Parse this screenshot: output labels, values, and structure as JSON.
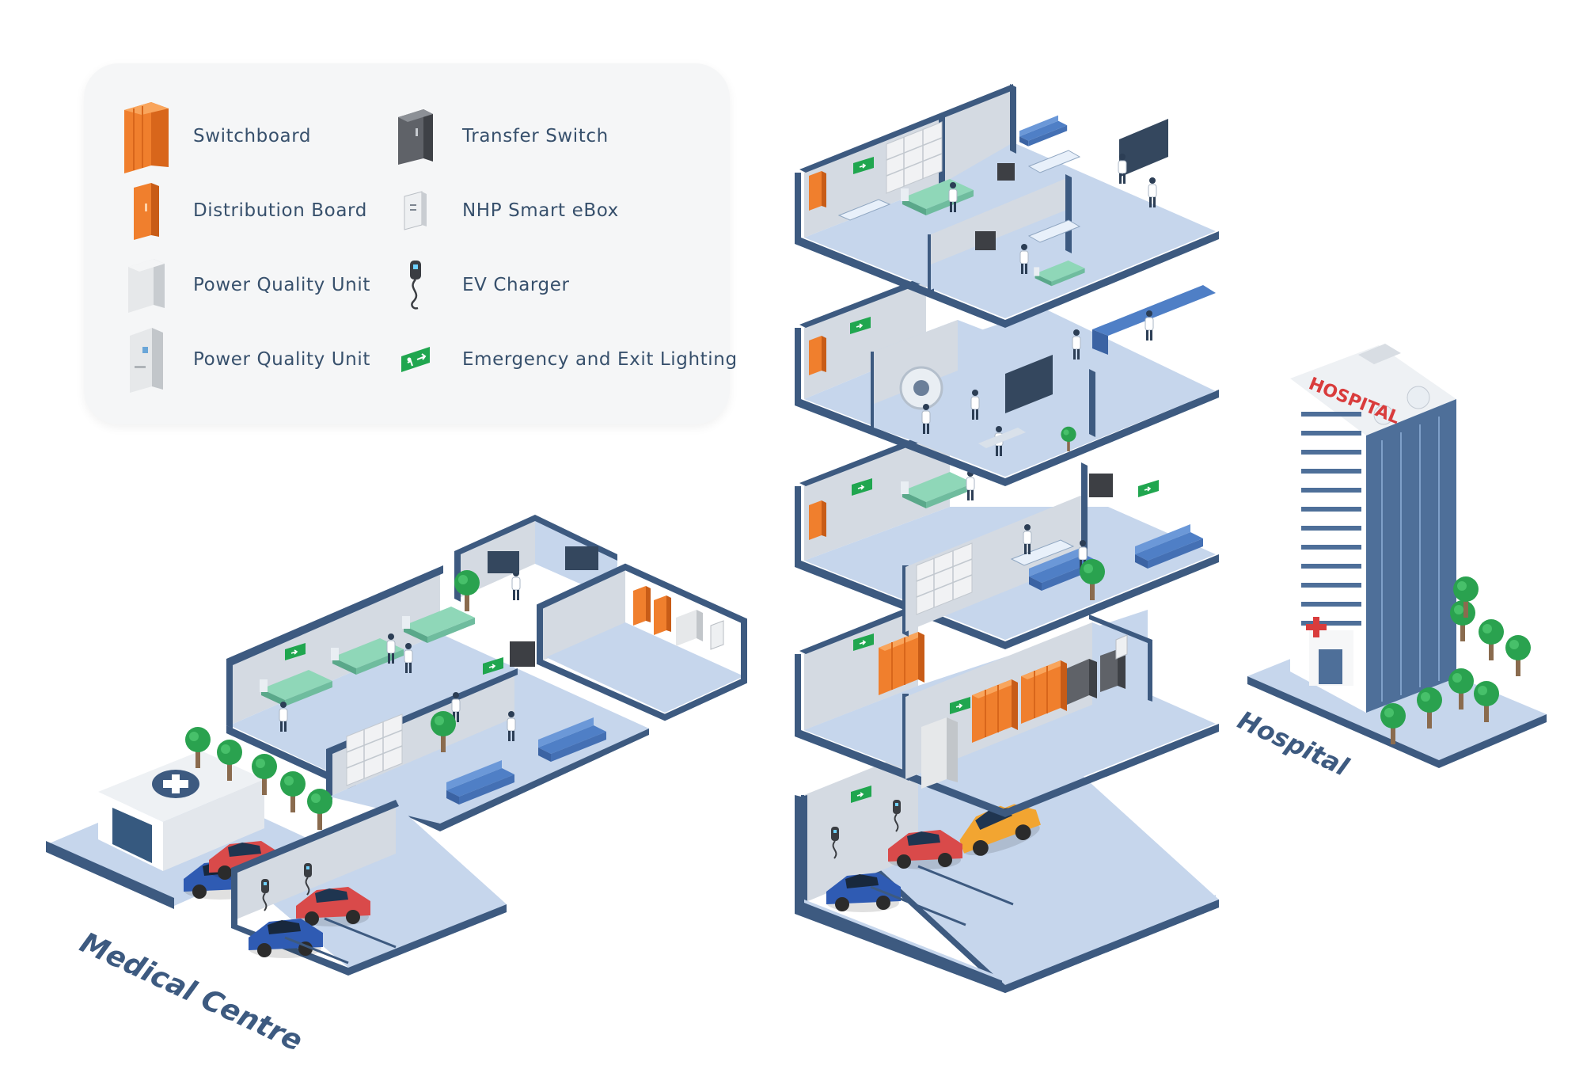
{
  "legend": {
    "items": [
      {
        "label": "Switchboard",
        "icon": "switchboard-icon",
        "color": "#f07f2d"
      },
      {
        "label": "Distribution Board",
        "icon": "distribution-board-icon",
        "color": "#f07f2d"
      },
      {
        "label": "Power Quality Unit",
        "icon": "power-quality-unit-icon",
        "color": "#e4e6e8"
      },
      {
        "label": "Power Quality Unit",
        "icon": "power-quality-cabinet-icon",
        "color": "#e4e6e8"
      },
      {
        "label": "Transfer Switch",
        "icon": "transfer-switch-icon",
        "color": "#5a5d62"
      },
      {
        "label": "NHP Smart eBox",
        "icon": "smart-ebox-icon",
        "color": "#eef0f2"
      },
      {
        "label": "EV Charger",
        "icon": "ev-charger-icon",
        "color": "#3a3d42"
      },
      {
        "label": "Emergency and Exit Lighting",
        "icon": "exit-sign-icon",
        "color": "#20a64f"
      }
    ]
  },
  "places": {
    "medical_centre": "Medical Centre",
    "hospital": "Hospital",
    "hospital_sign": "HOSPITAL"
  },
  "colors": {
    "floor": "#c6d6ec",
    "wall": "#d4dae2",
    "edge": "#3d5a80",
    "orange": "#f07f2d",
    "green": "#20a64f",
    "car_red": "#d94a4a",
    "car_blue": "#2f5bb3",
    "car_yellow": "#f2a531"
  }
}
